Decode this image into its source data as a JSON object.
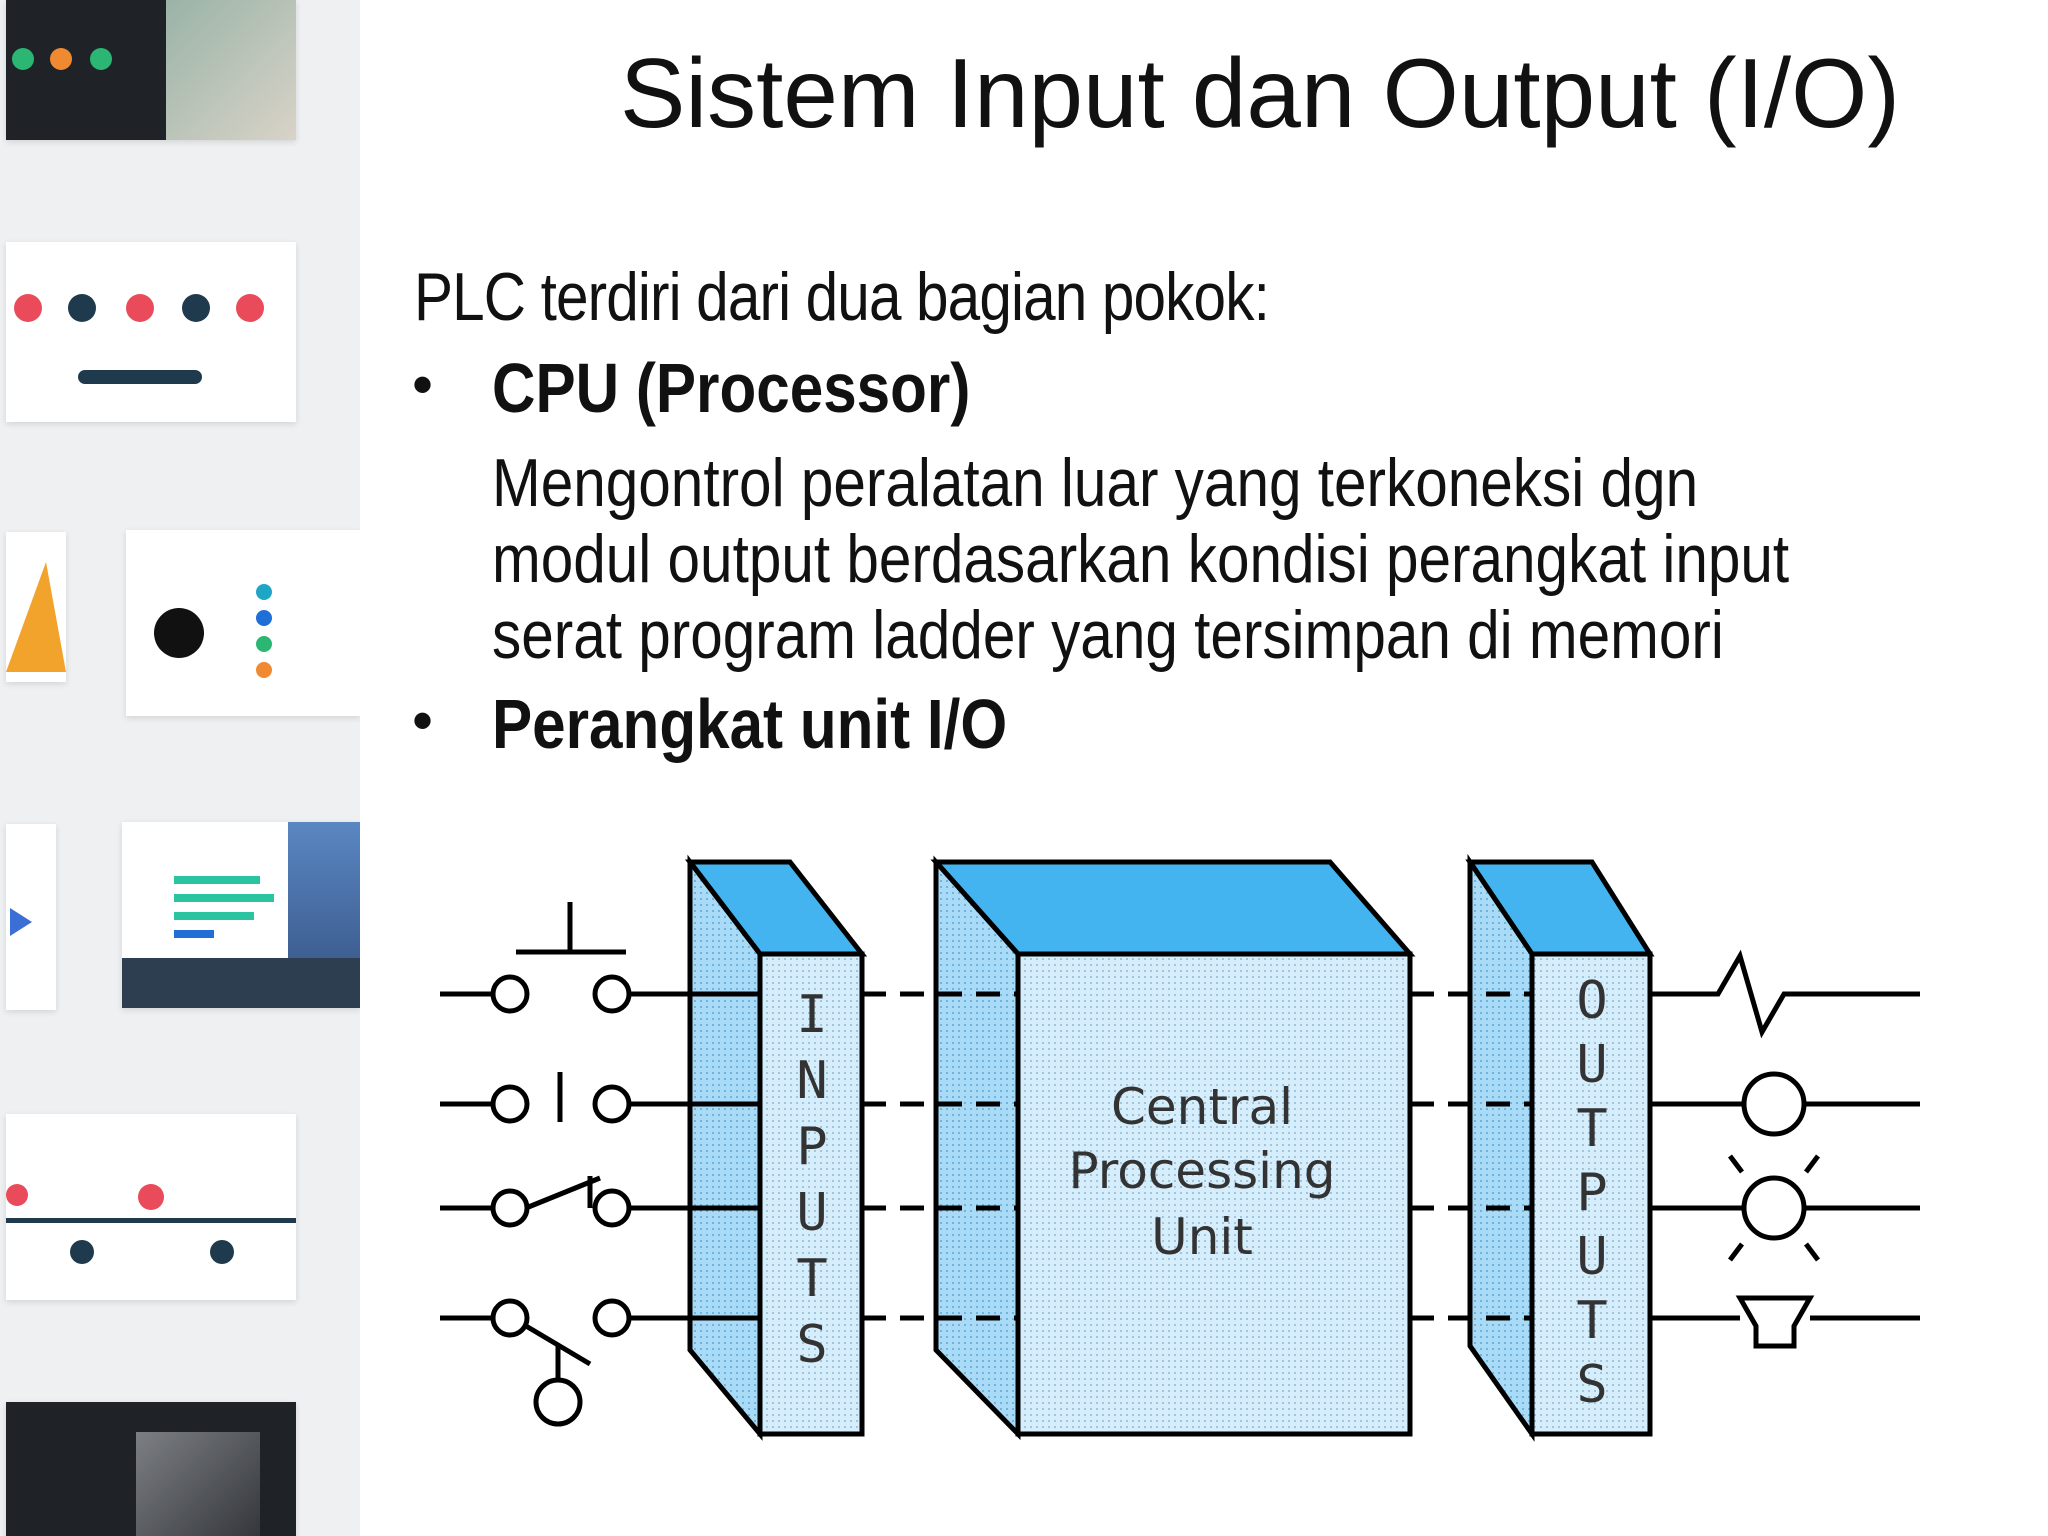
{
  "slide": {
    "title": "Sistem Input dan Output (I/O)",
    "intro": "PLC terdiri dari dua bagian pokok:",
    "bullets": [
      {
        "marker": "•",
        "heading": "CPU (Processor)",
        "description": "Mengontrol peralatan luar yang terkoneksi dgn modul output berdasarkan kondisi perangkat input serat program ladder yang tersimpan di memori"
      },
      {
        "marker": "•",
        "heading": "Perangkat unit I/O"
      }
    ]
  },
  "diagram": {
    "inputs_label": [
      "I",
      "N",
      "P",
      "U",
      "T",
      "S"
    ],
    "outputs_label": [
      "O",
      "U",
      "T",
      "P",
      "U",
      "T",
      "S"
    ],
    "cpu_label": [
      "Central",
      "Processing",
      "Unit"
    ],
    "colors": {
      "box_side": "#9fd4f5",
      "box_top": "#43b4ef",
      "box_face": "#cfeaf9",
      "line": "#000000"
    }
  }
}
